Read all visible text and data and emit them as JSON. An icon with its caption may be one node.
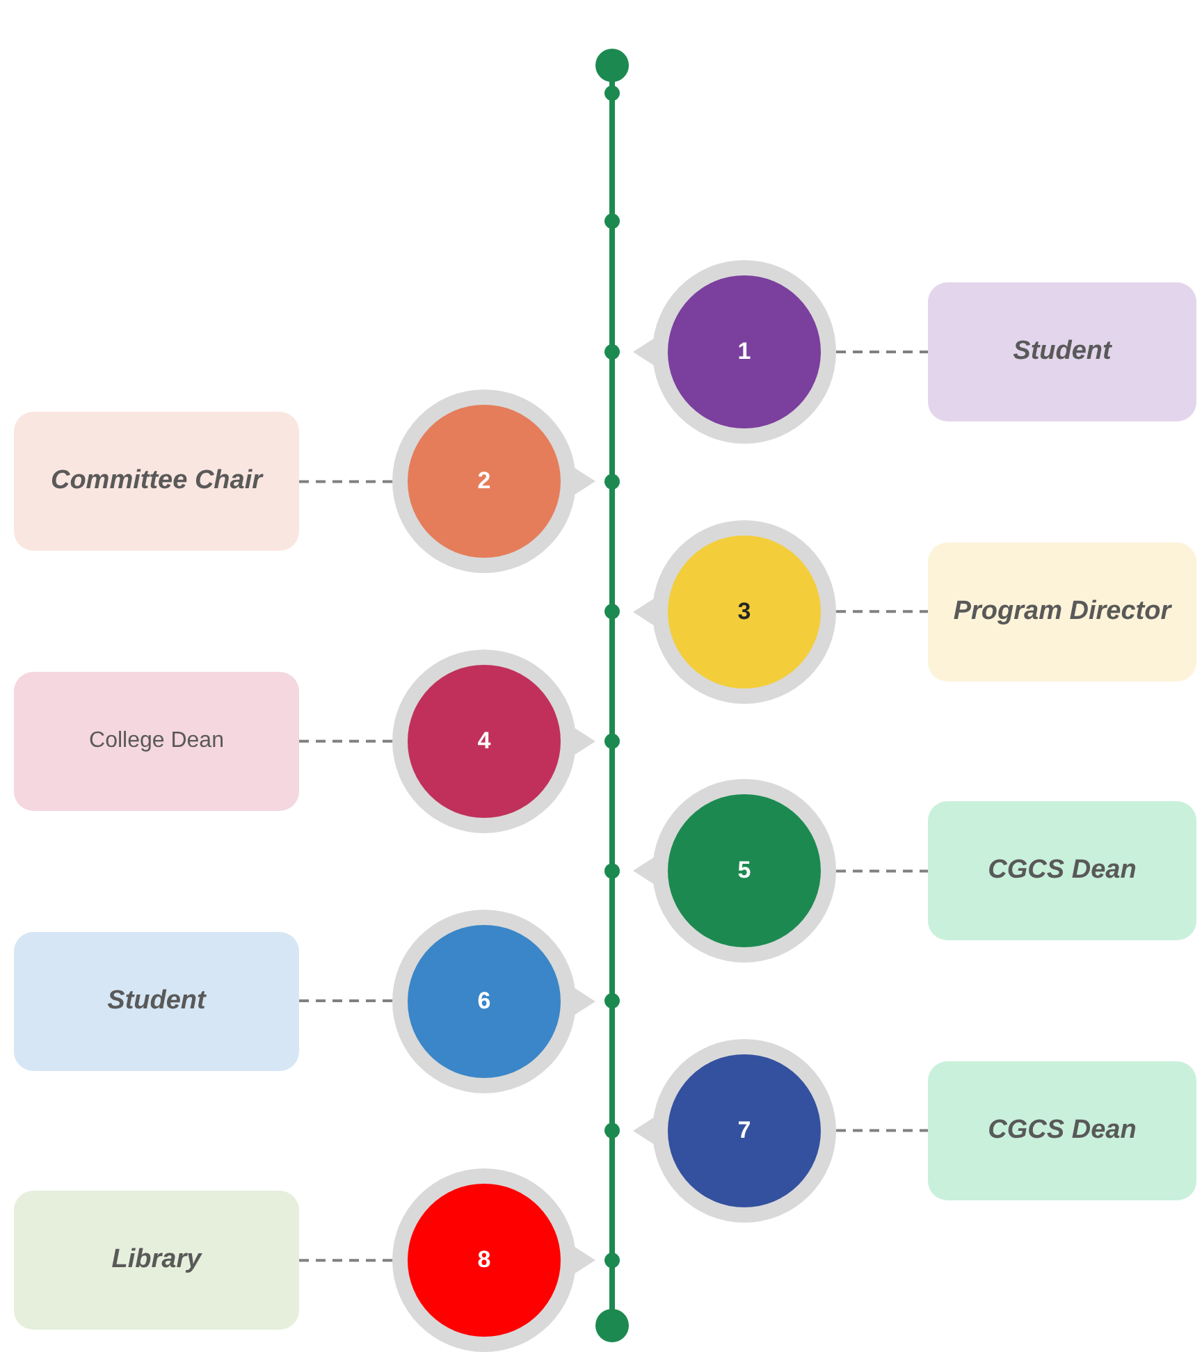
{
  "diagram": {
    "nodes": [
      {
        "text": [
          "1"
        ]
      },
      {
        "text": [
          "Student"
        ]
      },
      {
        "text": [
          "Committee Chair"
        ]
      },
      {
        "text": [
          "2"
        ]
      },
      {
        "text": [
          "3"
        ]
      },
      {
        "text": [
          "Program Director"
        ]
      },
      {
        "text": [
          "College Dean"
        ]
      },
      {
        "text": [
          "4"
        ]
      },
      {
        "text": [
          "5"
        ]
      },
      {
        "text": [
          "CGCS Dean"
        ]
      },
      {
        "text": [
          "Student"
        ]
      },
      {
        "text": [
          "6"
        ]
      },
      {
        "text": [
          "7"
        ]
      },
      {
        "text": [
          "CGCS Dean"
        ]
      },
      {
        "text": [
          "Library"
        ]
      },
      {
        "text": [
          "8"
        ]
      }
    ],
    "edges": [
      {
        "from": 0,
        "to": 1,
        "arrow": "none",
        "style": "dashed"
      },
      {
        "from": 3,
        "to": 2,
        "arrow": "none",
        "style": "dashed"
      },
      {
        "from": 4,
        "to": 5,
        "arrow": "none",
        "style": "dashed"
      },
      {
        "from": 7,
        "to": 6,
        "arrow": "none",
        "style": "dashed"
      },
      {
        "from": 8,
        "to": 9,
        "arrow": "none",
        "style": "dashed"
      },
      {
        "from": 11,
        "to": 10,
        "arrow": "none",
        "style": "dashed"
      },
      {
        "from": 12,
        "to": 13,
        "arrow": "none",
        "style": "dashed"
      },
      {
        "from": 15,
        "to": 14,
        "arrow": "none",
        "style": "dashed"
      }
    ]
  }
}
